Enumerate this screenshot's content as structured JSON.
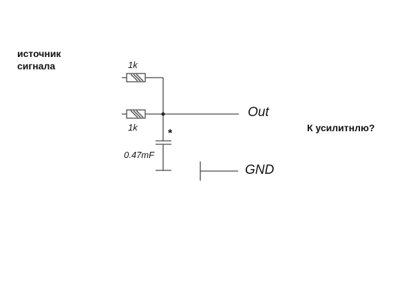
{
  "labels": {
    "source_line1": "источник",
    "source_line2": "сигнала",
    "to_amplifier": "К усилитнлю?",
    "out": "Out",
    "gnd": "GND",
    "r1_value": "1k",
    "r2_value": "1k",
    "c_value": "0.47mF",
    "c_marker": "*"
  },
  "colors": {
    "wire": "#444444",
    "text": "#111111",
    "background": "#ffffff"
  }
}
